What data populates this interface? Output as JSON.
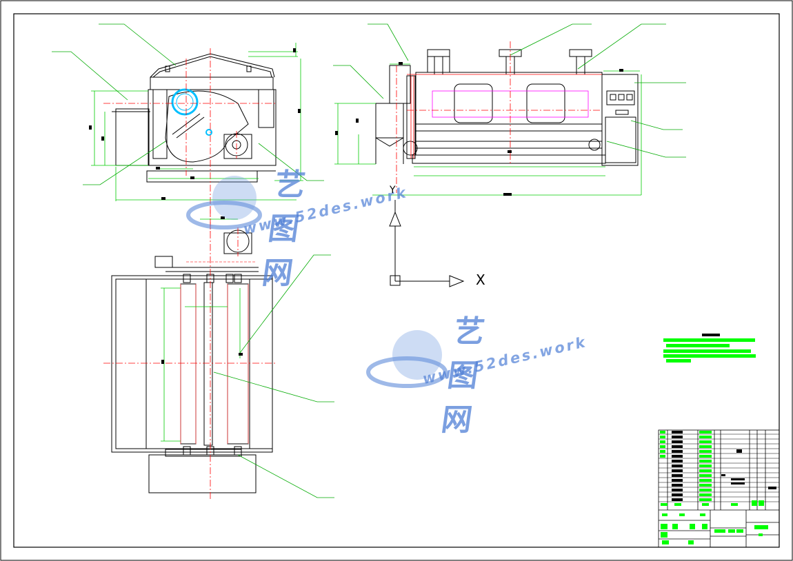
{
  "drawing": {
    "axis_x_label": "X",
    "axis_y_label": "Y",
    "tech_note_title": "技术要求"
  },
  "watermarks": [
    {
      "brand": "艺图网",
      "url": "www.52des.work"
    },
    {
      "brand": "艺图网",
      "url": "www.52des.work"
    }
  ],
  "colors": {
    "outline": "#000000",
    "dimension": "#00ff00",
    "centerline": "#ff0000",
    "highlight": "#00bfff",
    "detail": "#ff00ff",
    "watermark": "#4f7fd6"
  }
}
